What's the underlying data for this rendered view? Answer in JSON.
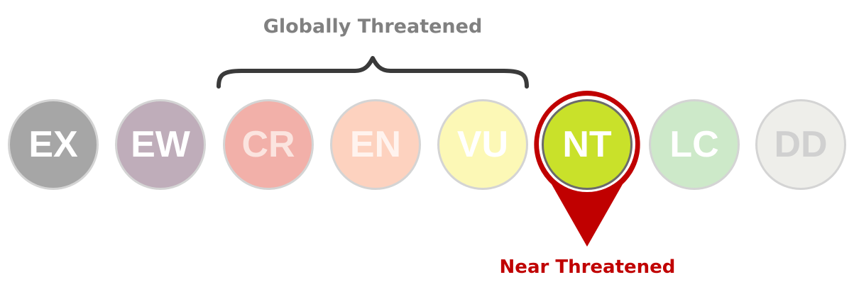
{
  "group": {
    "label": "Globally Threatened"
  },
  "categories": [
    {
      "code": "EX",
      "fill": "#a6a6a6",
      "text_color": "#ffffff"
    },
    {
      "code": "EW",
      "fill": "#bfadba",
      "text_color": "#ffffff"
    },
    {
      "code": "CR",
      "fill": "#f2b0a9",
      "text_color": "#fbe4df"
    },
    {
      "code": "EN",
      "fill": "#fdd2bf",
      "text_color": "#fff3ee"
    },
    {
      "code": "VU",
      "fill": "#fcf8b6",
      "text_color": "#ffffff"
    },
    {
      "code": "NT",
      "fill": "#c9e12a",
      "text_color": "#ffffff"
    },
    {
      "code": "LC",
      "fill": "#cde9c9",
      "text_color": "#ffffff"
    },
    {
      "code": "DD",
      "fill": "#eeeeea",
      "text_color": "#d0d0d0"
    }
  ],
  "highlight": {
    "label": "Near Threatened",
    "color": "#c00000"
  }
}
